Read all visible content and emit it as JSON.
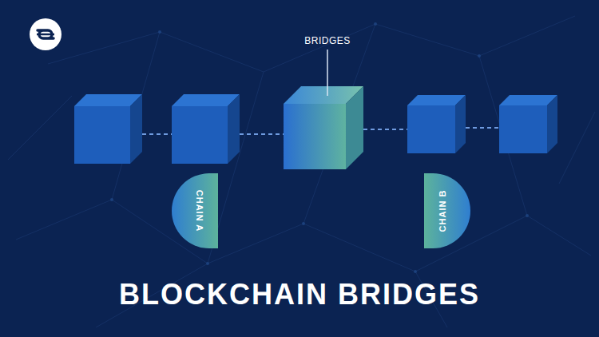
{
  "diagram": {
    "title": "BLOCKCHAIN BRIDGES",
    "nodes": [
      {
        "text": [
          "CHAIN A"
        ]
      },
      {
        "text": [
          "CHAIN B"
        ]
      }
    ],
    "labels": [
      "BRIDGES"
    ]
  }
}
